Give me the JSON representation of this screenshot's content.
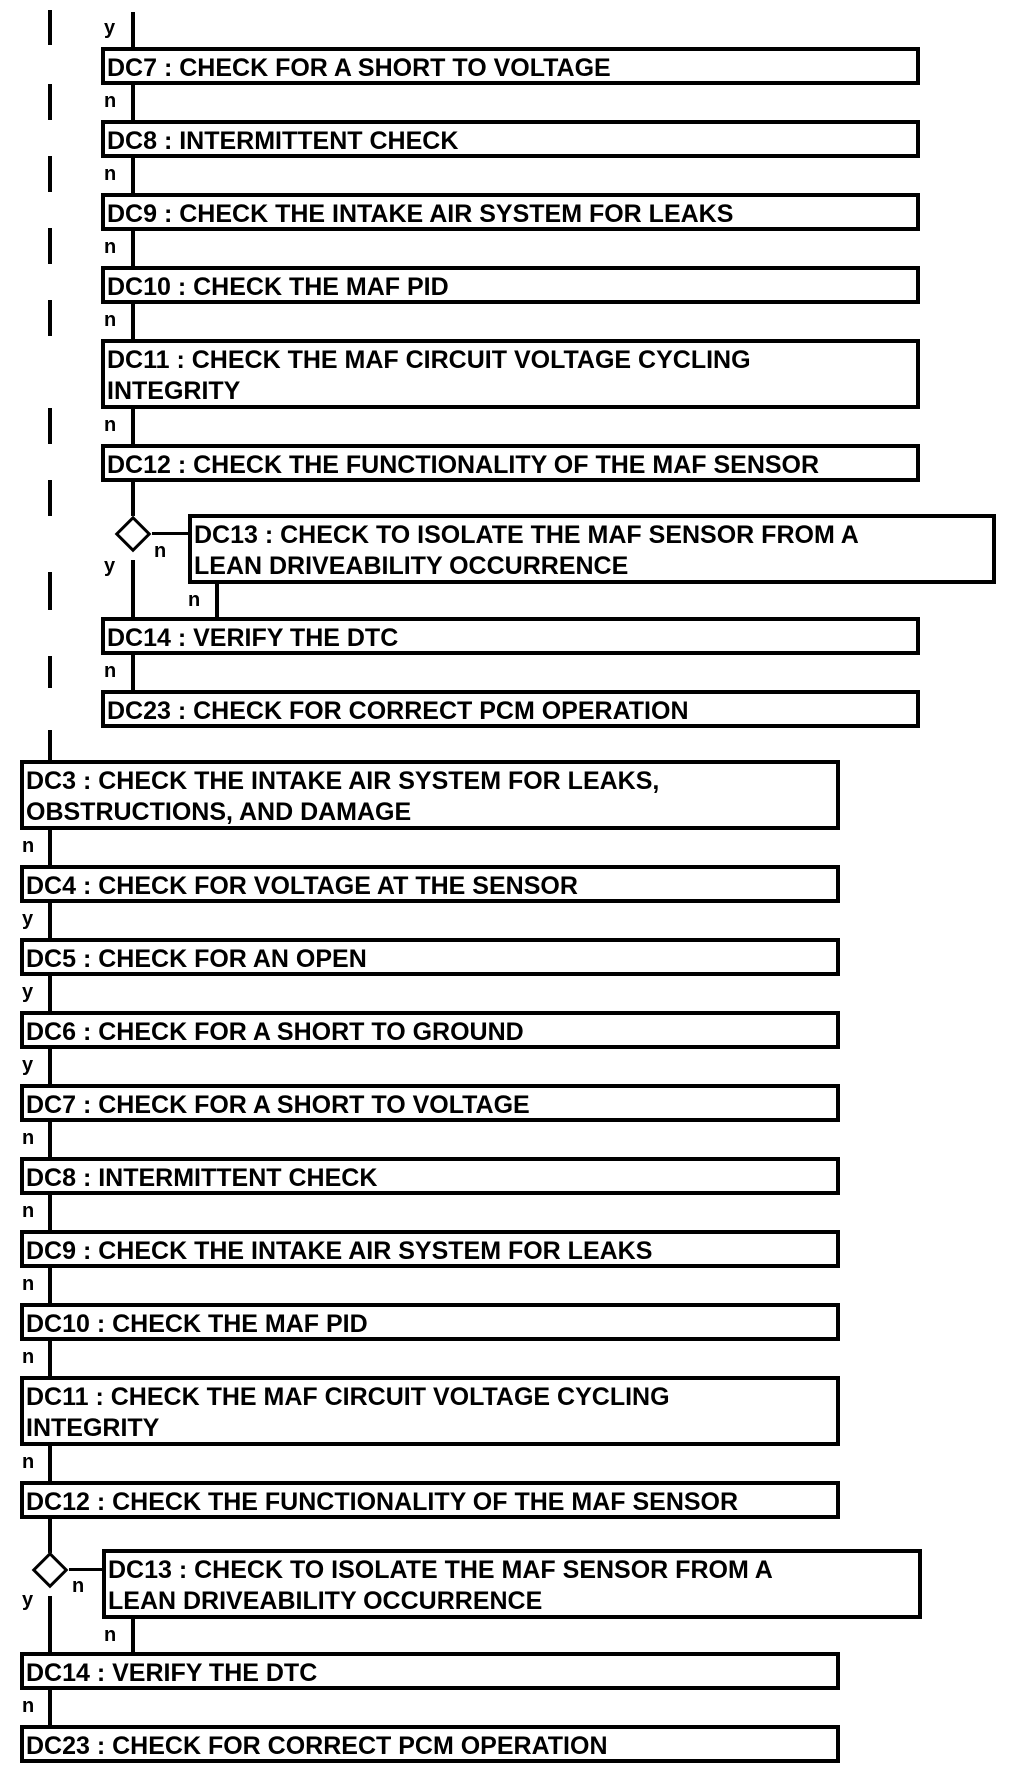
{
  "steps": {
    "dc3": "DC3 : CHECK THE INTAKE AIR SYSTEM FOR LEAKS,",
    "dc3_line2": "OBSTRUCTIONS, AND DAMAGE",
    "dc4": "DC4 : CHECK FOR VOLTAGE AT THE SENSOR",
    "dc5": "DC5 : CHECK FOR AN OPEN",
    "dc6": "DC6 : CHECK FOR A SHORT TO GROUND",
    "dc7": "DC7 : CHECK FOR A SHORT TO VOLTAGE",
    "dc8": "DC8 : INTERMITTENT CHECK",
    "dc9": "DC9 : CHECK THE INTAKE AIR SYSTEM FOR LEAKS",
    "dc10": "DC10 : CHECK THE MAF PID",
    "dc11": "DC11 : CHECK THE MAF CIRCUIT VOLTAGE CYCLING",
    "dc11_line2": "INTEGRITY",
    "dc12": "DC12 : CHECK THE FUNCTIONALITY OF THE MAF SENSOR",
    "dc13": "DC13 : CHECK TO ISOLATE THE MAF SENSOR FROM A",
    "dc13_line2": "LEAN DRIVEABILITY OCCURRENCE",
    "dc14": "DC14 : VERIFY THE DTC",
    "dc23": "DC23 : CHECK FOR CORRECT PCM OPERATION"
  },
  "labels": {
    "yes": "y",
    "no": "n"
  }
}
